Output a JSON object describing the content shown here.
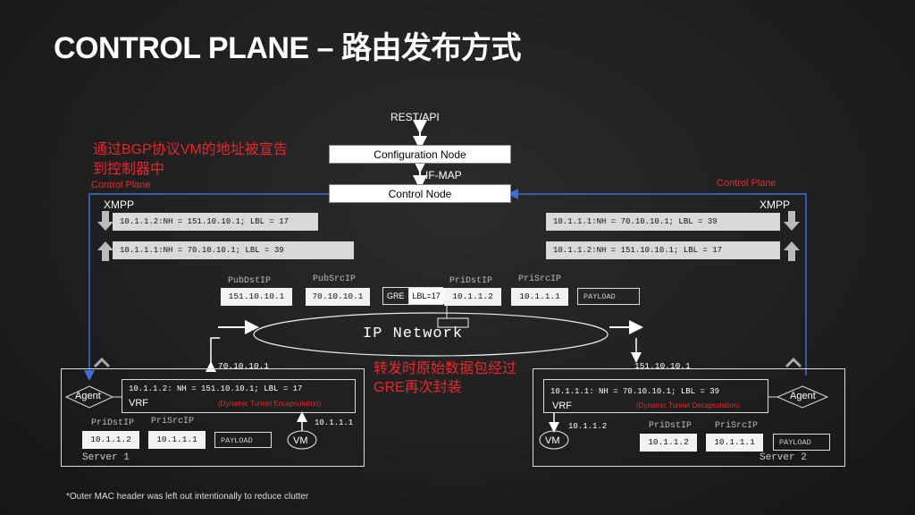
{
  "title": "CONTROL PLANE – 路由发布方式",
  "rest_api": "REST/API",
  "config_node": "Configuration Node",
  "if_map": "IF-MAP",
  "control_node": "Control Node",
  "annotation_left": "通过BGP协议VM的地址被宣告到控制器中",
  "control_plane_left": "Control Plane",
  "control_plane_right": "Control Plane",
  "xmpp_left": "XMPP",
  "xmpp_right": "XMPP",
  "routes_left": [
    "10.1.1.2:NH = 151.10.10.1; LBL = 17",
    "10.1.1.1:NH = 70.10.10.1; LBL = 39"
  ],
  "routes_right": [
    "10.1.1.1:NH = 70.10.10.1; LBL = 39",
    "10.1.1.2:NH = 151.10.10.1; LBL = 17"
  ],
  "packet": {
    "captions": {
      "pub_dst": "PubDstIP",
      "pub_src": "PubSrcIP",
      "pri_dst": "PriDstIP",
      "pri_src": "PriSrcIP"
    },
    "pub_dst": "151.10.10.1",
    "pub_src": "70.10.10.1",
    "gre": "GRE",
    "lbl": "LBL=17",
    "pri_dst": "10.1.1.2",
    "pri_src": "10.1.1.1",
    "payload": "PAYLOAD"
  },
  "ip_network": "IP Network",
  "annotation_center": "转发时原始数据包经过GRE再次封装",
  "left_ip": "70.10.10.1",
  "right_ip": "151.10.10.1",
  "server1": {
    "name": "Server 1",
    "agent": "Agent",
    "route": "10.1.1.2: NH = 151.10.10.1; LBL = 17",
    "vrf": "VRF",
    "tunnel": "(Dynamic Tunnel Encapsulation)",
    "vm": "VM",
    "vm_ip": "10.1.1.1",
    "cap_dst": "PriDstIP",
    "cap_src": "PriSrcIP",
    "dst": "10.1.1.2",
    "src": "10.1.1.1",
    "payload": "PAYLOAD"
  },
  "server2": {
    "name": "Server 2",
    "agent": "Agent",
    "route": "10.1.1.1: NH = 70.10.10.1; LBL = 39",
    "vrf": "VRF",
    "tunnel": "(Dynamic Tunnel Decapsulation)",
    "vm": "VM",
    "vm_ip": "10.1.1.2",
    "cap_dst": "PriDstIP",
    "cap_src": "PriSrcIP",
    "dst": "10.1.1.2",
    "src": "10.1.1.1",
    "payload": "PAYLOAD"
  },
  "footnote": "*Outer MAC header was left out intentionally to reduce clutter",
  "colors": {
    "accent_red": "#e8262c",
    "blue_line": "#3b6fd6"
  }
}
